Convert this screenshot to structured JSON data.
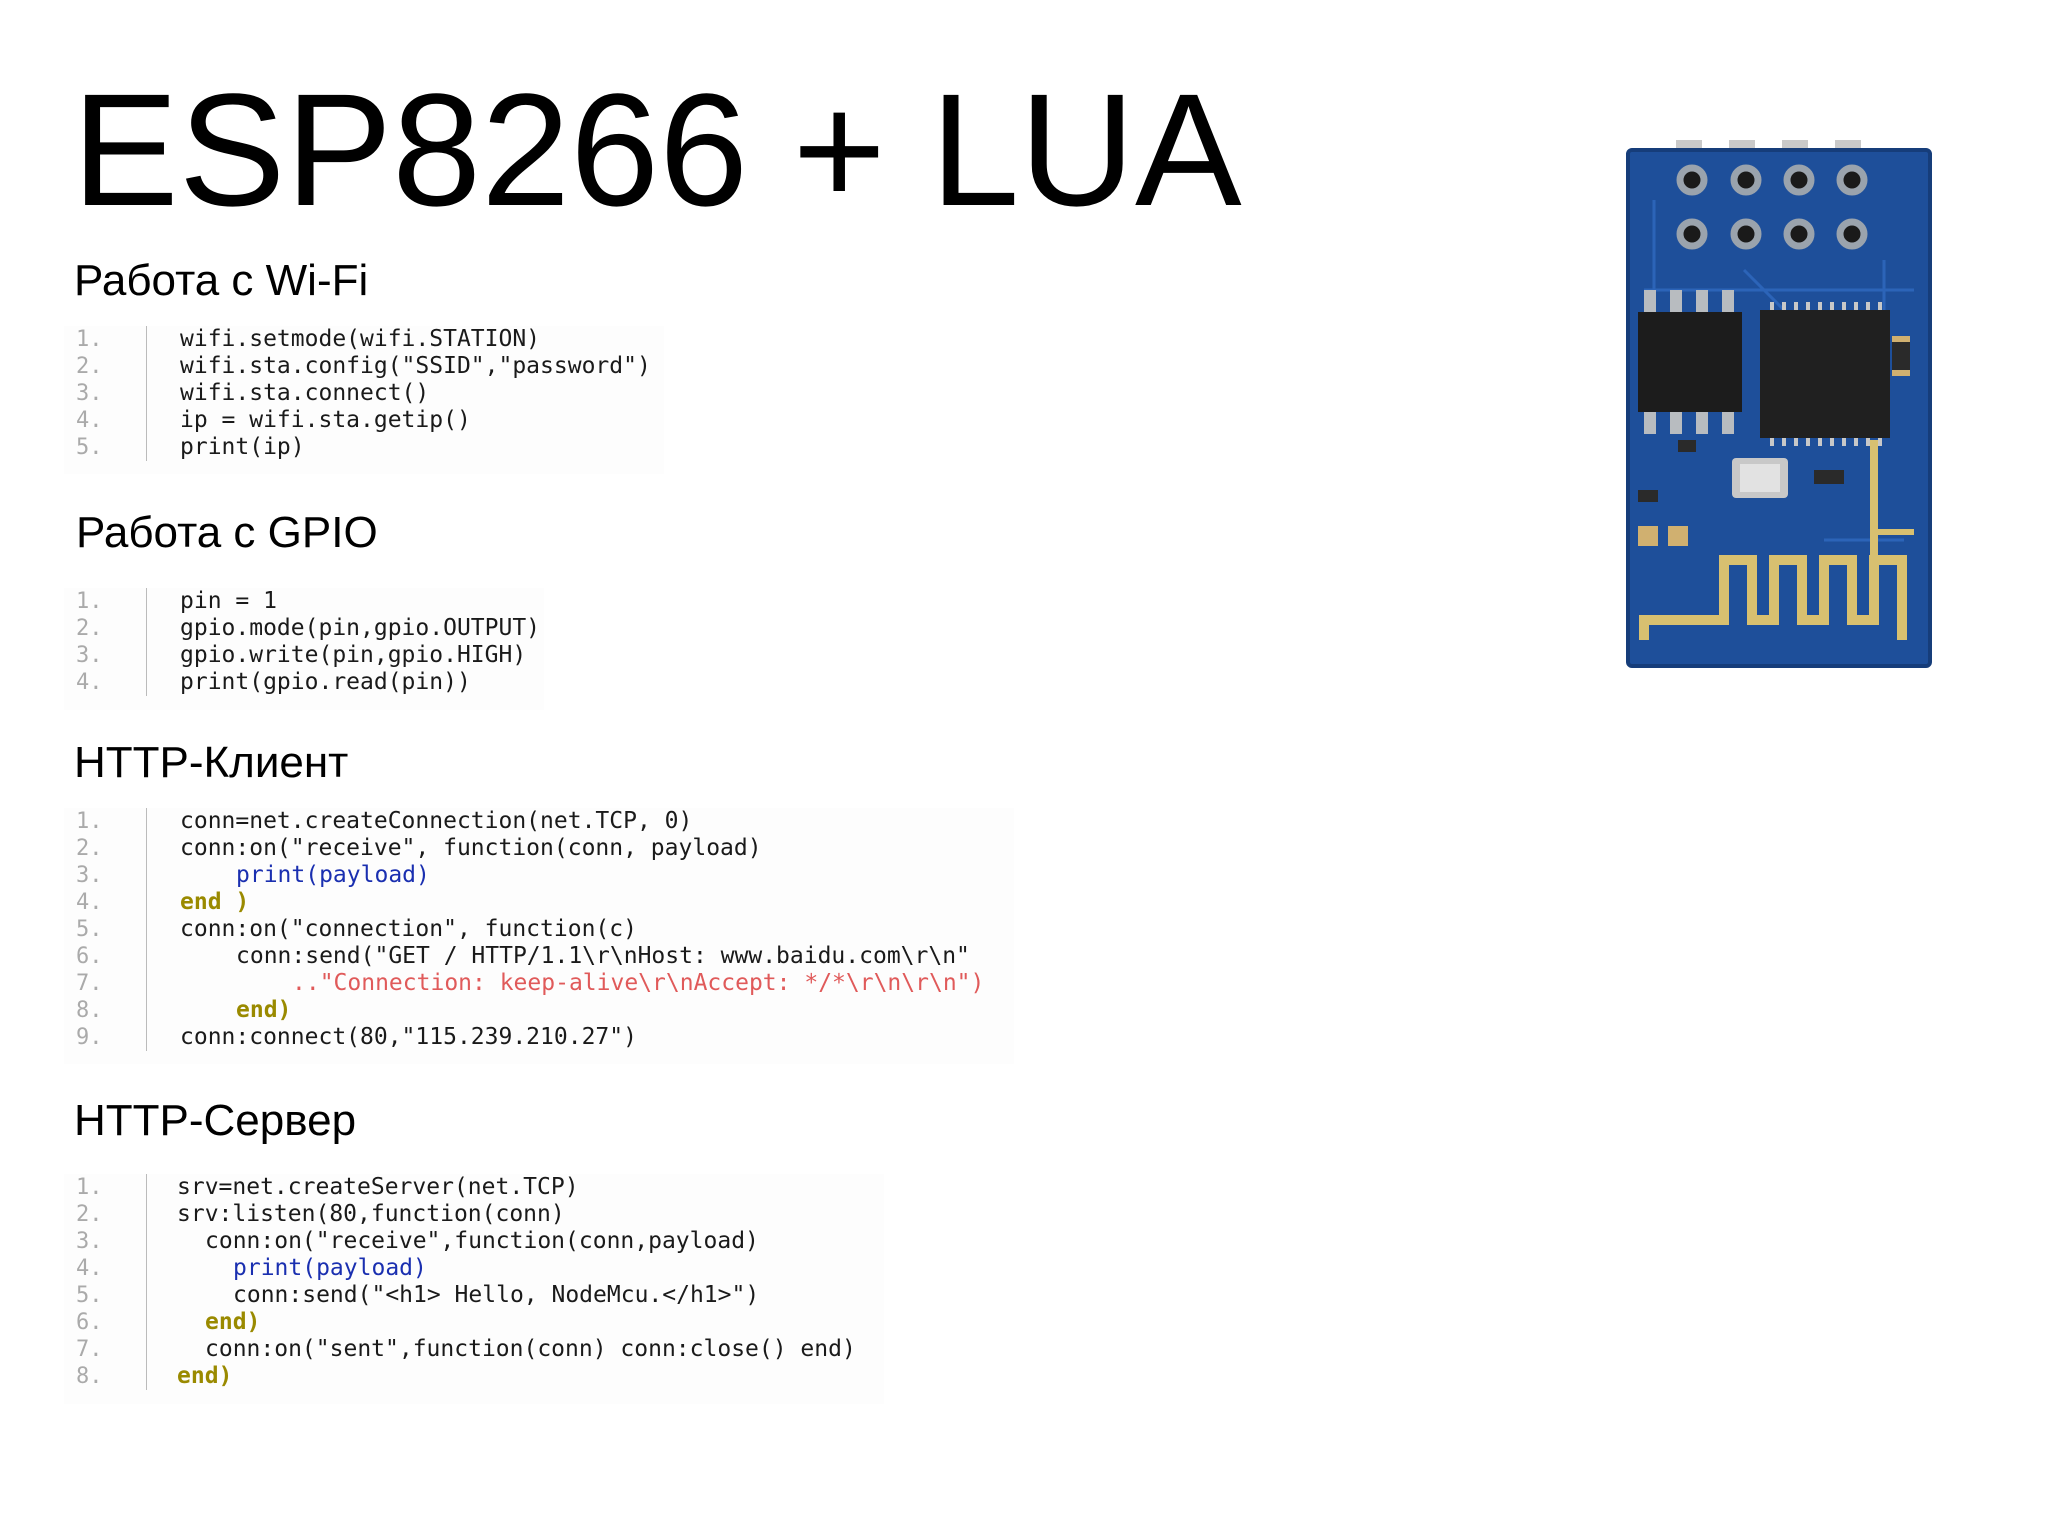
{
  "title": "ESP8266 + LUA",
  "sections": [
    {
      "heading": "Работа с Wi-Fi",
      "code": [
        "wifi.setmode(wifi.STATION)",
        "wifi.sta.config(\"SSID\",\"password\")",
        "wifi.sta.connect()",
        "ip = wifi.sta.getip()",
        "print(ip)"
      ]
    },
    {
      "heading": "Работа с GPIO",
      "code": [
        "pin = 1",
        "gpio.mode(pin,gpio.OUTPUT)",
        "gpio.write(pin,gpio.HIGH)",
        "print(gpio.read(pin))"
      ]
    },
    {
      "heading": "HTTP-Клиент",
      "code": [
        "conn=net.createConnection(net.TCP, 0)",
        "conn:on(\"receive\", function(conn, payload)",
        "print(payload)",
        "end )",
        "conn:on(\"connection\", function(c)",
        "conn:send(\"GET / HTTP/1.1\\r\\nHost: www.baidu.com\\r\\n\"",
        "..\"Connection: keep-alive\\r\\nAccept: */*\\r\\n\\r\\n\")",
        "end)",
        "conn:connect(80,\"115.239.210.27\")"
      ]
    },
    {
      "heading": "HTTP-Сервер",
      "code": [
        "srv=net.createServer(net.TCP)",
        "srv:listen(80,function(conn)",
        "conn:on(\"receive\",function(conn,payload)",
        "print(payload)",
        "conn:send(\"<h1> Hello, NodeMcu.</h1>\")",
        "end)",
        "conn:on(\"sent\",function(conn) conn:close() end)",
        "end)"
      ]
    }
  ],
  "line_numbers": [
    "1.",
    "2.",
    "3.",
    "4.",
    "5.",
    "6.",
    "7.",
    "8.",
    "9."
  ],
  "board_image": {
    "icon": "esp8266-module-image",
    "pcb_color": "#1e4f9a",
    "antenna_color": "#d8c070"
  }
}
